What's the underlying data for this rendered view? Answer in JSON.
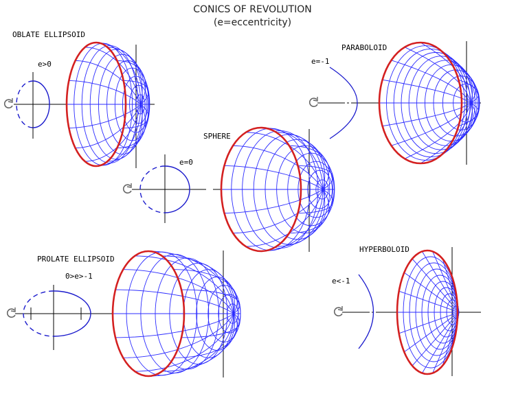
{
  "title": {
    "line1": "CONICS OF REVOLUTION",
    "line2": "(e=eccentricity)"
  },
  "figures": [
    {
      "key": "oblate",
      "name": "OBLATE ELLIPSOID",
      "eccentricity": "e>0"
    },
    {
      "key": "paraboloid",
      "name": "PARABOLOID",
      "eccentricity": "e=-1"
    },
    {
      "key": "sphere",
      "name": "SPHERE",
      "eccentricity": "e=0"
    },
    {
      "key": "prolate",
      "name": "PROLATE ELLIPSOID",
      "eccentricity": "0>e>-1"
    },
    {
      "key": "hyperboloid",
      "name": "HYPERBOLOID",
      "eccentricity": "e<-1"
    }
  ],
  "colors": {
    "mesh": "#2b2bff",
    "rim": "#d42020",
    "axis": "#000000",
    "profile": "#1a1acc"
  },
  "icons": {
    "rotation": "rotate-arrow-icon"
  }
}
